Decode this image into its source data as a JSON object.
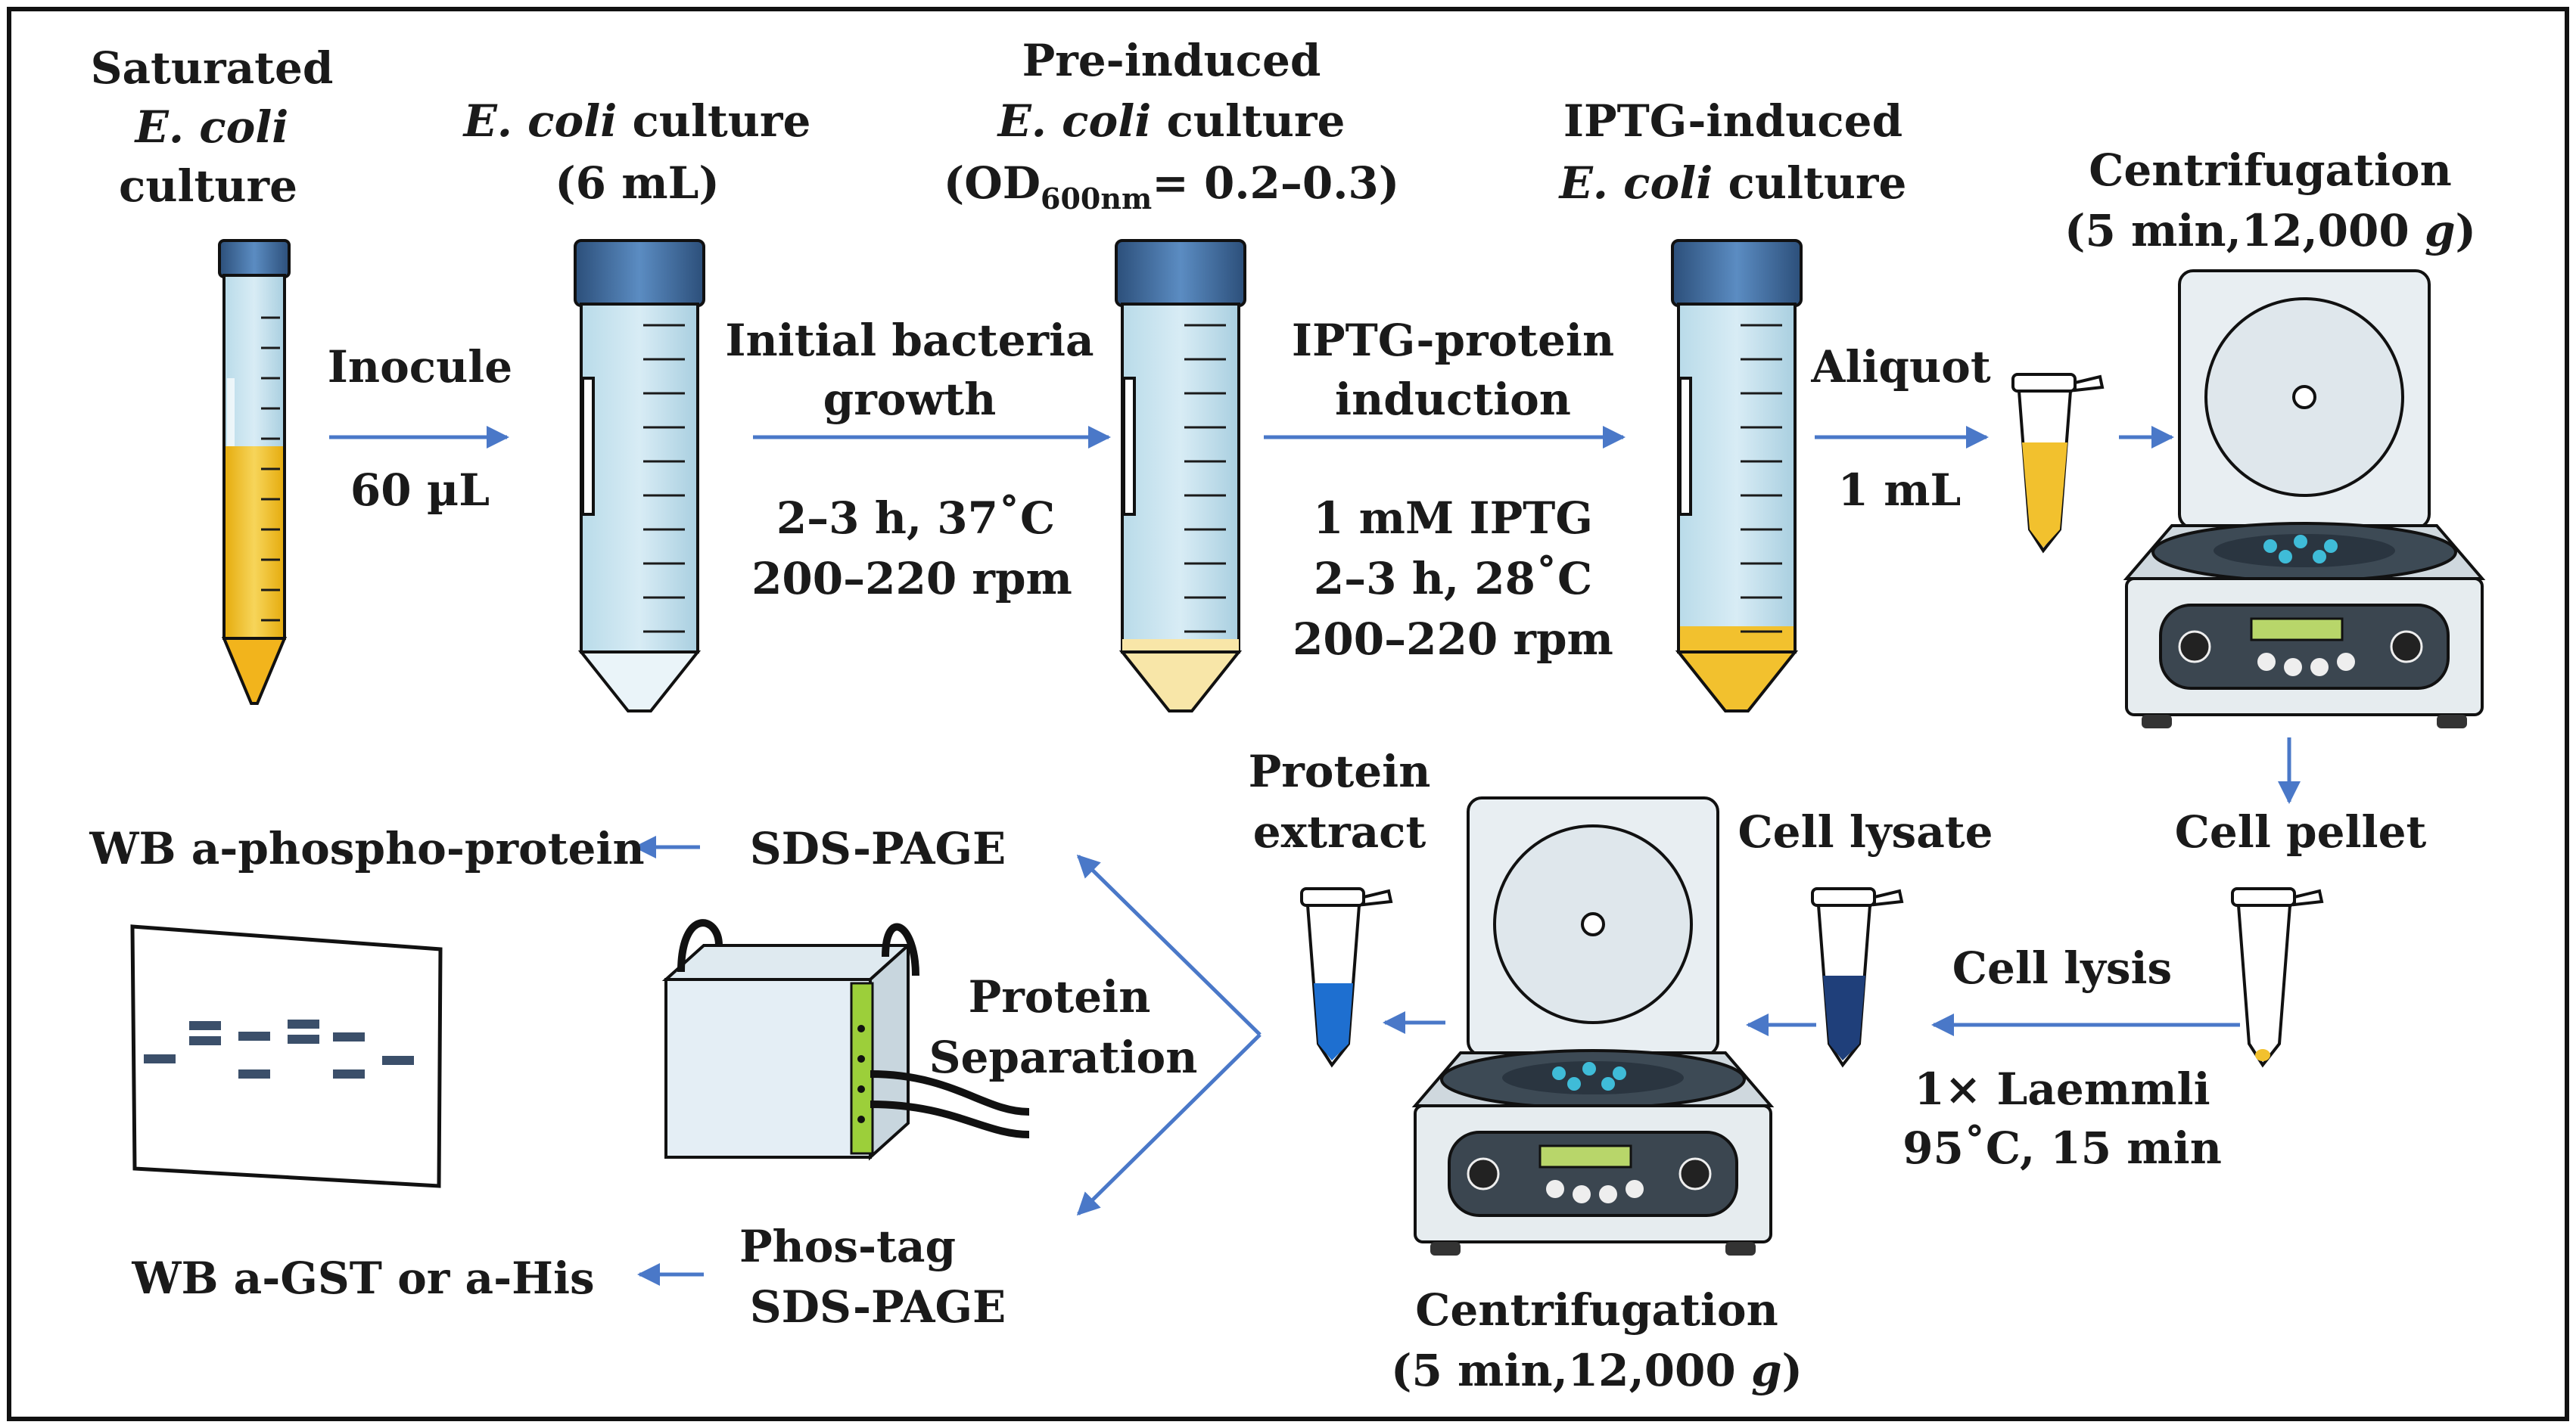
{
  "colors": {
    "arrow": "#4a78c8",
    "culture_yellow": "#f2c12e",
    "medium_blue": "#cfe6f2",
    "cap_blue": "#2f5d8c",
    "extract_blue": "#1e6fd0",
    "lysate_navy": "#1f3f7a",
    "gel_band": "#3b4f6a",
    "buffer_green": "#9ccf3a"
  },
  "labels": {
    "saturated_line1": "Saturated",
    "saturated_ecoli": "E. coli",
    "saturated_line3": "culture",
    "inocule": "Inocule",
    "inocule_volume": "60 µL",
    "ecoli_culture_italic": "E. coli",
    "ecoli_culture_rest": " culture",
    "ecoli_culture_volume": "(6 mL)",
    "initial_growth_line1": "Initial bacteria",
    "initial_growth_line2": "growth",
    "initial_growth_cond1": "2–3 h, 37˚C",
    "initial_growth_cond2": "200–220 rpm",
    "preinduced_line1": "Pre-induced",
    "preinduced_italic": "E. coli",
    "preinduced_rest": " culture",
    "preinduced_od_open": "(OD",
    "preinduced_od_sub": "600nm",
    "preinduced_od_close": "= 0.2–0.3)",
    "iptg_induction_line1": "IPTG-protein",
    "iptg_induction_line2": "induction",
    "iptg_cond1": "1 mM IPTG",
    "iptg_cond2": "2–3 h, 28˚C",
    "iptg_cond3": "200–220 rpm",
    "iptg_induced_line1": "IPTG-induced",
    "iptg_induced_italic": "E. coli",
    "iptg_induced_rest": " culture",
    "aliquot": "Aliquot",
    "aliquot_volume": "1 mL",
    "centrifugation_top_line1": "Centrifugation",
    "centrifugation_top_line2_a": "(5 min,12,000 ",
    "centrifugation_top_line2_g": "g",
    "centrifugation_top_line2_b": ")",
    "cell_pellet": "Cell pellet",
    "cell_lysis": "Cell lysis",
    "lysis_cond1": "1× Laemmli",
    "lysis_cond2": "95˚C, 15 min",
    "cell_lysate": "Cell lysate",
    "protein_extract_line1": "Protein",
    "protein_extract_line2": "extract",
    "centrifugation_bottom_line1": "Centrifugation",
    "centrifugation_bottom_line2_a": "(5 min,12,000 ",
    "centrifugation_bottom_line2_g": "g",
    "centrifugation_bottom_line2_b": ")",
    "protein_separation_line1": "Protein",
    "protein_separation_line2": "Separation",
    "sds_page": "SDS-PAGE",
    "phostag_line1": "Phos-tag",
    "phostag_line2": "SDS-PAGE",
    "wb_phospho": "WB a-phospho-protein",
    "wb_gst_his": "WB a-GST or a-His"
  }
}
